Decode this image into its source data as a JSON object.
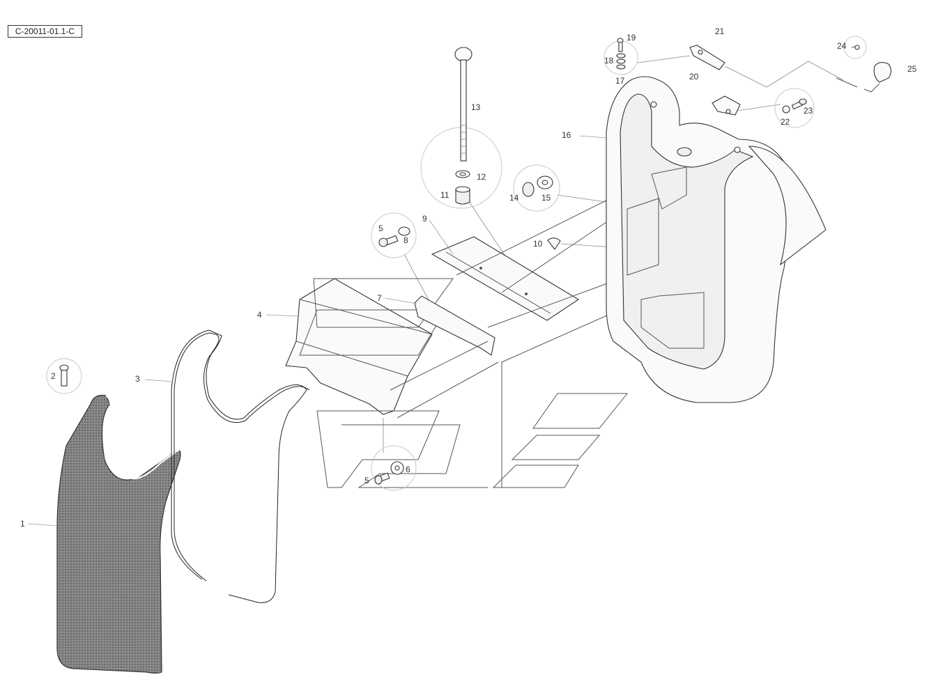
{
  "diagram_code": "C-20011-01.1-C",
  "part_numbers": [
    "1",
    "2",
    "3",
    "4",
    "5",
    "6",
    "7",
    "8",
    "9",
    "10",
    "11",
    "12",
    "13",
    "14",
    "15",
    "16",
    "17",
    "18",
    "19",
    "20",
    "21",
    "22",
    "23",
    "24",
    "25",
    "5"
  ]
}
